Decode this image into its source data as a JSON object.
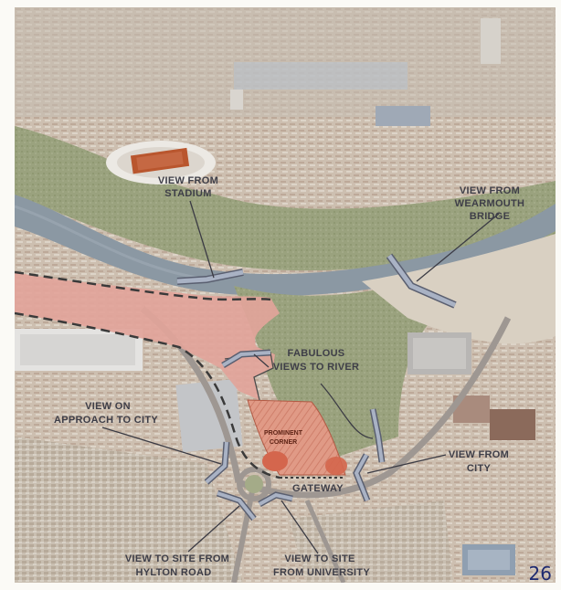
{
  "page_number": "26",
  "annotations": {
    "view_from_stadium": [
      "VIEW FROM",
      "STADIUM"
    ],
    "view_from_wearmouth_bridge": [
      "VIEW FROM",
      "WEARMOUTH",
      "BRIDGE"
    ],
    "fabulous_views": [
      "FABULOUS",
      "VIEWS TO RIVER"
    ],
    "view_on_approach": [
      "VIEW ON",
      "APPROACH TO CITY"
    ],
    "prominent_corner": [
      "PROMINENT",
      "CORNER"
    ],
    "gateway": "GATEWAY",
    "view_from_city": [
      "VIEW FROM",
      "CITY"
    ],
    "view_from_hylton": [
      "VIEW TO SITE FROM",
      "HYLTON ROAD"
    ],
    "view_from_university": [
      "VIEW TO SITE",
      "FROM UNIVERSITY"
    ]
  },
  "colors": {
    "river": "#8b98a3",
    "site_pink": "#e2a49a",
    "corner_orange": "#e0806a",
    "view_marker": "#a9b2c4",
    "label_text": "#3e3e48",
    "page_number": "#1e2a70"
  }
}
